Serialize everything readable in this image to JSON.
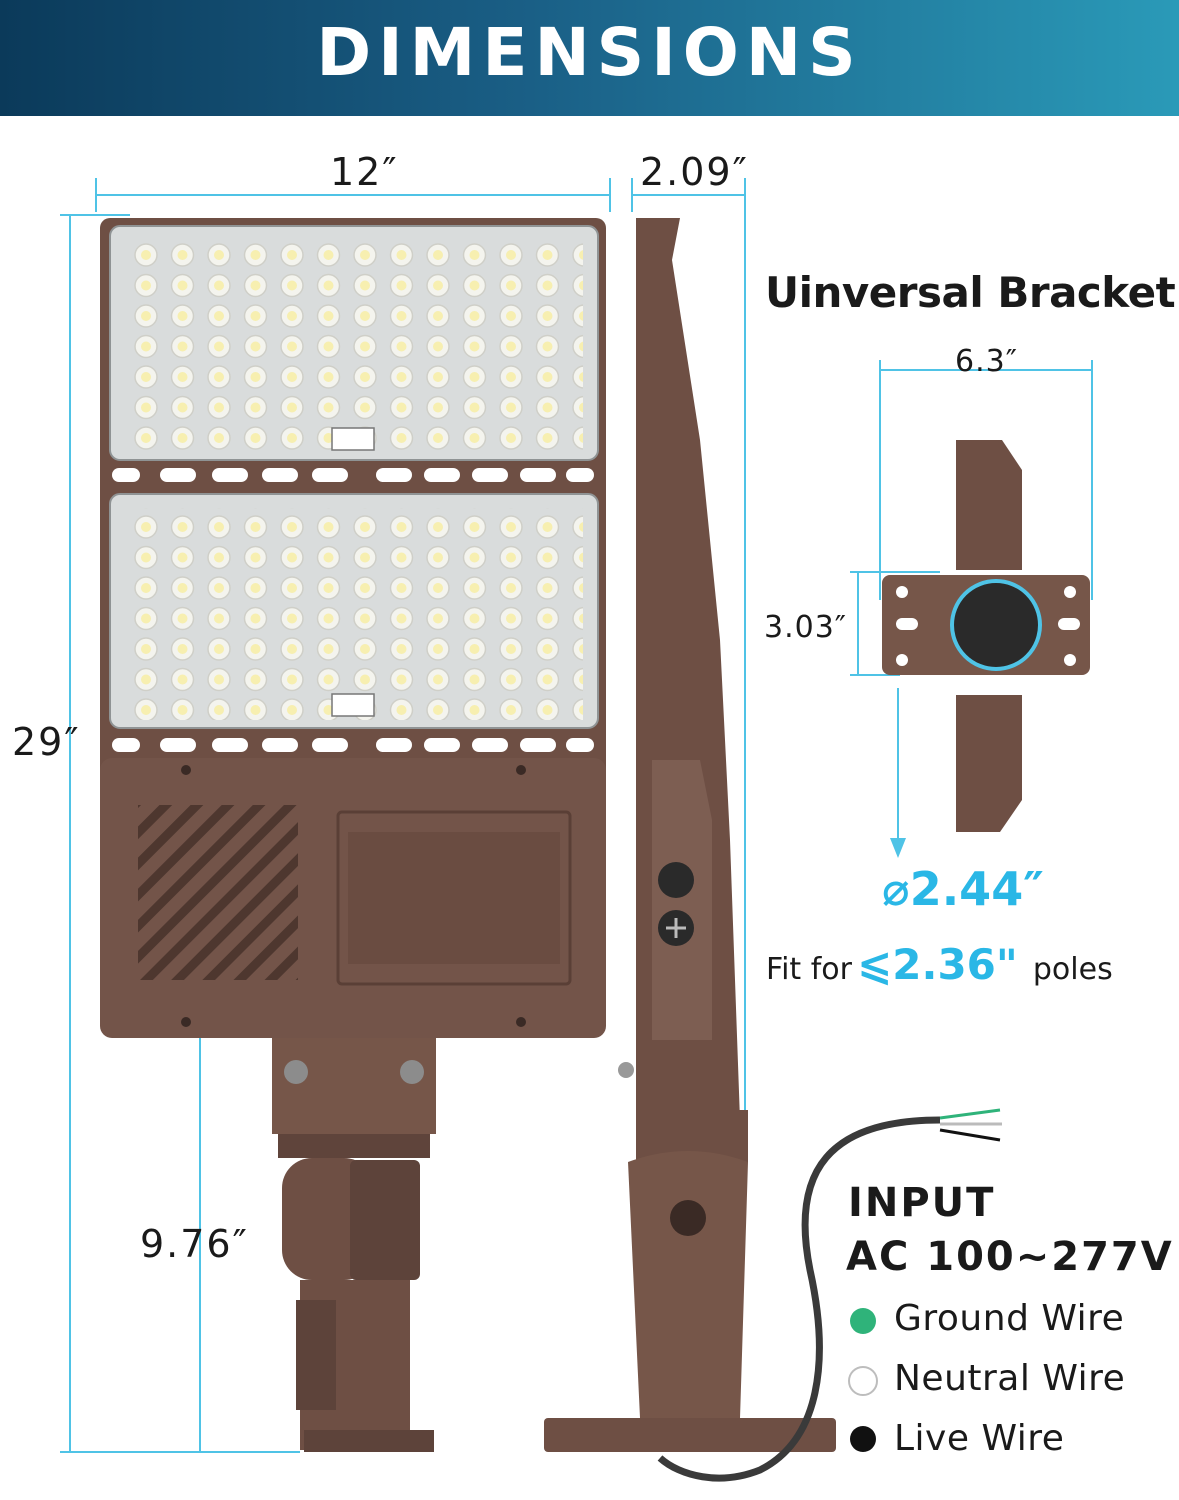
{
  "banner": {
    "title": "DIMENSIONS"
  },
  "dimensions": {
    "width": "12″",
    "depth": "2.09″",
    "height": "29″",
    "bracket_drop": "9.76″"
  },
  "bracket": {
    "title": "Uinversal Bracket",
    "width": "6.3″",
    "height": "3.03″",
    "hole_diameter": "2.44″",
    "fit_prefix": "Fit for",
    "fit_value": "2.36\"",
    "fit_suffix": "poles"
  },
  "input": {
    "heading": "INPUT",
    "voltage": "AC 100~277V",
    "wires": [
      {
        "label": "Ground Wire",
        "color": "#2fb37a"
      },
      {
        "label": "Neutral Wire",
        "color": "#ffffff"
      },
      {
        "label": "Live Wire",
        "color": "#111111"
      }
    ]
  },
  "colors": {
    "accent": "#2ab7e6",
    "housing": "#6e4f44",
    "banner": "#1a5f86"
  }
}
